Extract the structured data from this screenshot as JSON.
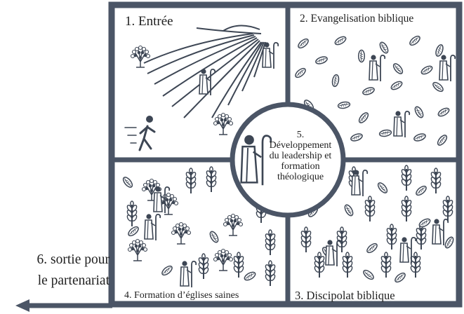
{
  "quadrants": {
    "entry": "1. Entrée",
    "evangelism": "2. Evangelisation biblique",
    "discipleship": "3. Discipolat biblique",
    "church_formation": "4. Formation d’églises saines"
  },
  "center": {
    "number": "5.",
    "line1": "Développement",
    "line2": "du leadership et",
    "line3": "formation",
    "line4": "théologique"
  },
  "exit": {
    "line1": "6. sortie pour",
    "line2": "le partenariat"
  },
  "colors": {
    "frame": "#4b5566",
    "icon": "#3d4654"
  }
}
